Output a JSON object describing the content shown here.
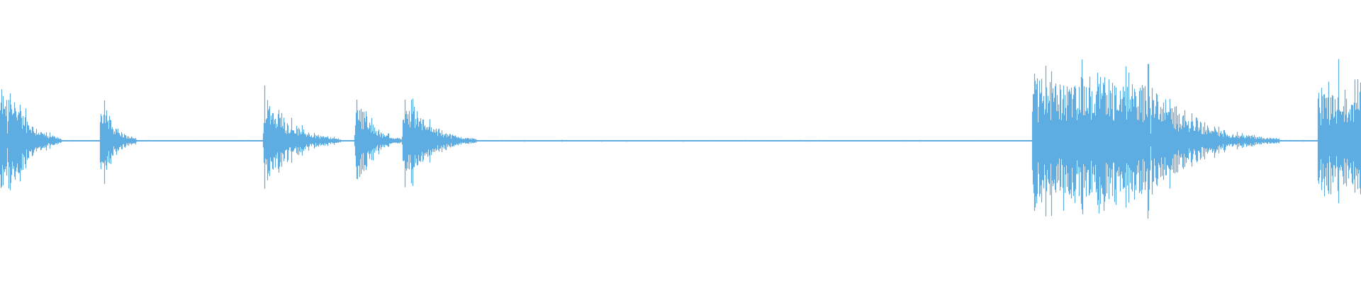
{
  "waveform": {
    "color": "#5dade2",
    "baseline_color": "#5dade2",
    "duration_units": 1000,
    "noise_floor": 0.006,
    "bursts": [
      {
        "start": 0,
        "end": 5,
        "peak": 0.55,
        "decay": 0,
        "sustain": true
      },
      {
        "start": 5,
        "end": 45,
        "peak": 0.72,
        "decay": 38,
        "sustain": false
      },
      {
        "start": 73,
        "end": 100,
        "peak": 0.58,
        "decay": 22,
        "sustain": false
      },
      {
        "start": 193,
        "end": 250,
        "peak": 0.55,
        "decay": 45,
        "sustain": false
      },
      {
        "start": 260,
        "end": 295,
        "peak": 0.52,
        "decay": 28,
        "sustain": false
      },
      {
        "start": 295,
        "end": 350,
        "peak": 0.52,
        "decay": 40,
        "sustain": false
      },
      {
        "start": 758,
        "end": 845,
        "peak": 0.65,
        "decay": 0,
        "sustain": true
      },
      {
        "start": 845,
        "end": 940,
        "peak": 0.58,
        "decay": 75,
        "sustain": false
      },
      {
        "start": 968,
        "end": 1000,
        "peak": 0.58,
        "decay": 0,
        "sustain": true
      }
    ]
  }
}
